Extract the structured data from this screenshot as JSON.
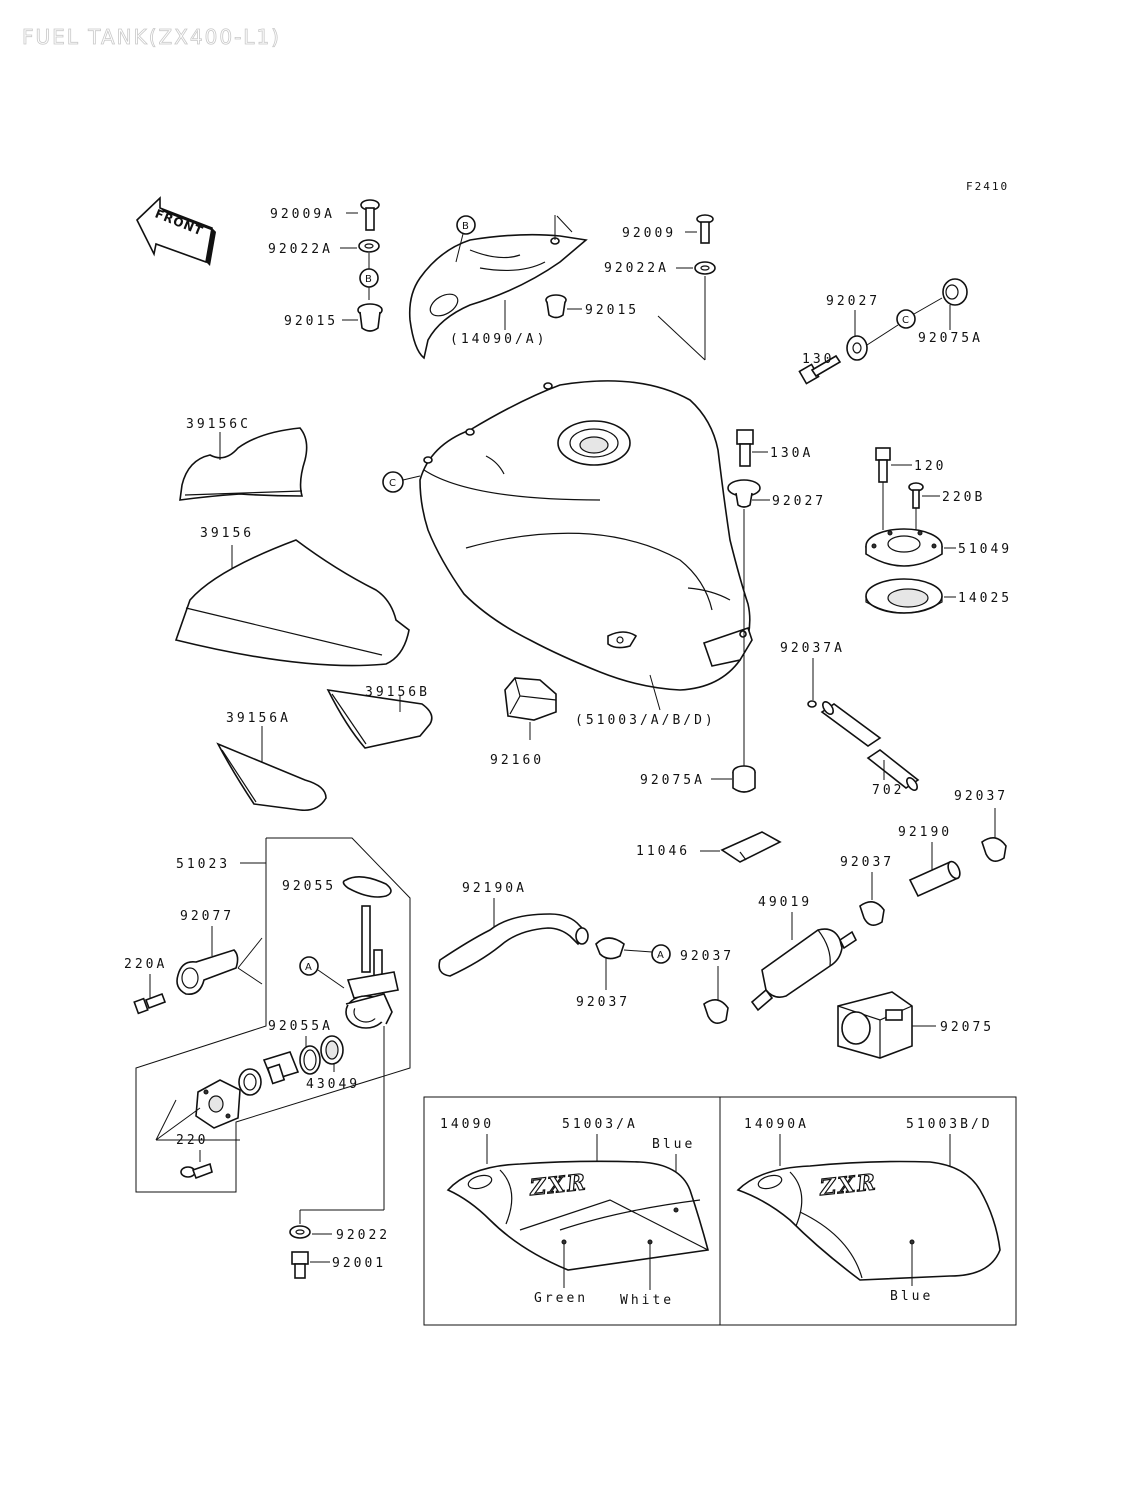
{
  "title": "FUEL TANK(ZX400-L1)",
  "figure_code": "F2410",
  "front_label": "FRONT",
  "ref_letters": {
    "a": "A",
    "b": "B",
    "c": "C"
  },
  "colors": {
    "ink": "#111111",
    "title_outline": "#c9c9c9",
    "background": "#ffffff"
  },
  "parts": {
    "p92009A": "92009A",
    "p92022A_left": "92022A",
    "p92015_left": "92015",
    "p14090A_paren": "(14090/A)",
    "p92009": "92009",
    "p92022A_right": "92022A",
    "p92015_right": "92015",
    "p92027_top": "92027",
    "p130": "130",
    "p92075A_top": "92075A",
    "p39156C": "39156C",
    "p130A": "130A",
    "p120": "120",
    "p220B": "220B",
    "p92027_mid": "92027",
    "p51049": "51049",
    "p39156": "39156",
    "p14025": "14025",
    "p92037A": "92037A",
    "p39156B": "39156B",
    "p51003_paren": "(51003/A/B/D)",
    "p39156A": "39156A",
    "p92160": "92160",
    "p92075A_mid": "92075A",
    "p702": "702",
    "p92037_r": "92037",
    "p11046": "11046",
    "p92190": "92190",
    "p51023": "51023",
    "p92037_m": "92037",
    "p92055": "92055",
    "p92190A": "92190A",
    "p49019": "49019",
    "p92077": "92077",
    "p92037_c": "92037",
    "p92037_b": "92037",
    "p220A": "220A",
    "p92055A": "92055A",
    "p92075": "92075",
    "p43049": "43049",
    "p220": "220",
    "p92022": "92022",
    "p92001": "92001"
  },
  "variants": [
    {
      "part_a": "14090",
      "part_b": "51003/A",
      "logo": "ZXR",
      "colors": [
        "Blue",
        "Green",
        "White"
      ]
    },
    {
      "part_a": "14090A",
      "part_b": "51003B/D",
      "logo": "ZXR",
      "colors": [
        "Blue"
      ]
    }
  ]
}
